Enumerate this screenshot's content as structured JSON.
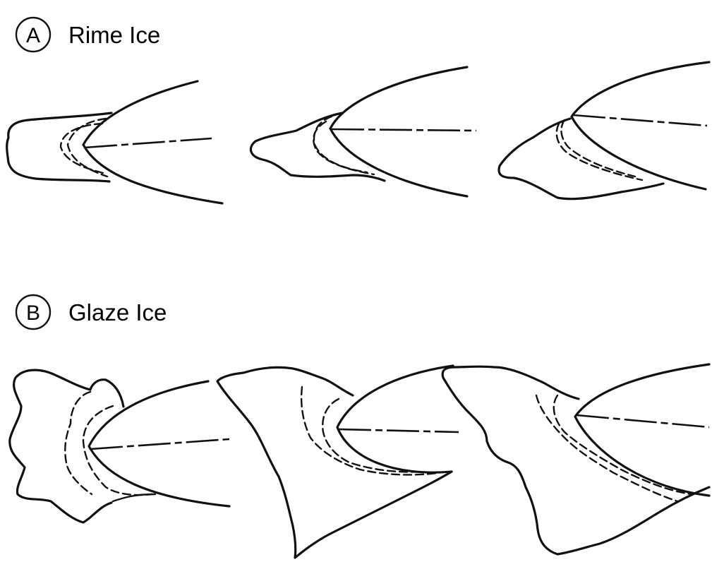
{
  "panels": [
    {
      "id": "A",
      "letter": "A",
      "title": "Rime Ice",
      "shapes": 3
    },
    {
      "id": "B",
      "letter": "B",
      "title": "Glaze Ice",
      "shapes": 3
    }
  ],
  "colors": {
    "ink": "#111111",
    "background": "#ffffff"
  }
}
